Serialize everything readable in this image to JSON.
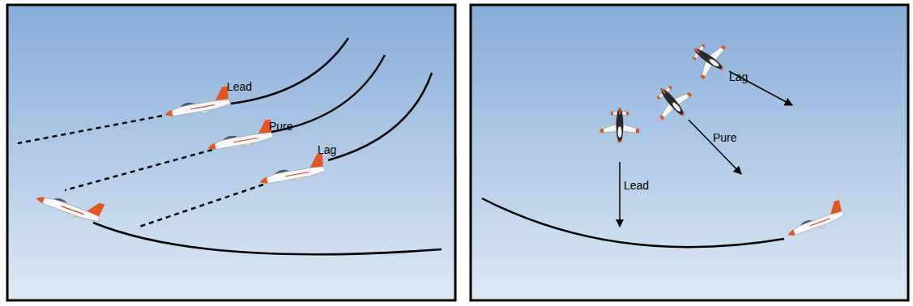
{
  "diagram": {
    "labels": [
      "Lead",
      "Pure",
      "Lag",
      "Lag",
      "Pure",
      "Lead"
    ]
  }
}
